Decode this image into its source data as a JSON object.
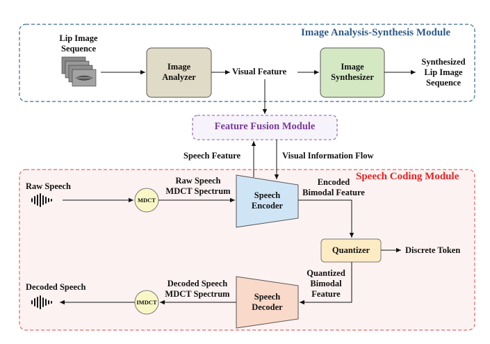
{
  "modules": {
    "image": "Image Analysis-Synthesis Module",
    "fusion": "Feature Fusion Module",
    "speech": "Speech Coding Module"
  },
  "blocks": {
    "image_analyzer": [
      "Image",
      "Analyzer"
    ],
    "image_synthesizer": [
      "Image",
      "Synthesizer"
    ],
    "speech_encoder": [
      "Speech",
      "Encoder"
    ],
    "speech_decoder": [
      "Speech",
      "Decoder"
    ],
    "quantizer": "Quantizer",
    "mdct": "MDCT",
    "imdct": "IMDCT"
  },
  "labels": {
    "lip_sequence": [
      "Lip Image",
      "Sequence"
    ],
    "visual_feature": "Visual Feature",
    "synth_sequence": [
      "Synthesized",
      "Lip Image",
      "Sequence"
    ],
    "speech_feature": "Speech Feature",
    "visual_flow": "Visual Information Flow",
    "raw_speech": "Raw Speech",
    "raw_spectrum": [
      "Raw Speech",
      "MDCT Spectrum"
    ],
    "encoded_feature": [
      "Encoded",
      "Bimodal Feature"
    ],
    "discrete_token": "Discrete Token",
    "quantized_feature": [
      "Quantized",
      "Bimodal",
      "Feature"
    ],
    "decoded_spectrum": [
      "Decoded Speech",
      "MDCT Spectrum"
    ],
    "decoded_speech": "Decoded Speech"
  },
  "colors": {
    "image_module_border": "#3d6c93",
    "speech_module_border": "#e06a6a",
    "speech_module_fill": "#fdf2f2",
    "fusion_border": "#8a5aa8",
    "analyzer_fill": "#e0dbc6",
    "synthesizer_fill": "#d5e8c4",
    "encoder_fill": "#cfe5f5",
    "decoder_fill": "#f9d9c9",
    "quantizer_fill": "#fdebc4",
    "dct_fill": "#f9f7c6"
  },
  "icons": [
    "lip-image-stack-icon",
    "raw-speech-waveform-icon",
    "decoded-speech-waveform-icon"
  ]
}
